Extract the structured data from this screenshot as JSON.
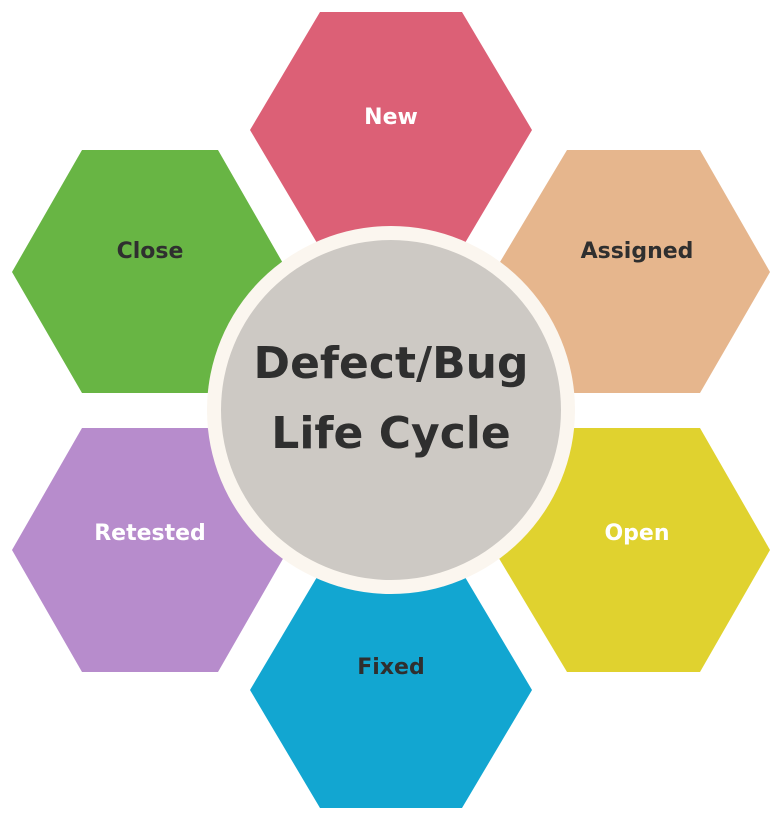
{
  "diagram": {
    "center": {
      "line1": "Defect/Bug",
      "line2": "Life Cycle",
      "fill": "#cdc9c4",
      "ring": "#fbf6ef"
    },
    "stages": [
      {
        "label": "New",
        "fill": "#dc6076",
        "text_color": "#ffffff"
      },
      {
        "label": "Assigned",
        "fill": "#e6b68d",
        "text_color": "#2f2f2f"
      },
      {
        "label": "Open",
        "fill": "#e0d22f",
        "text_color": "#ffffff"
      },
      {
        "label": "Fixed",
        "fill": "#12a6d1",
        "text_color": "#2f2f2f"
      },
      {
        "label": "Retested",
        "fill": "#b78ccc",
        "text_color": "#ffffff"
      },
      {
        "label": "Close",
        "fill": "#68b544",
        "text_color": "#2f2f2f"
      }
    ]
  }
}
